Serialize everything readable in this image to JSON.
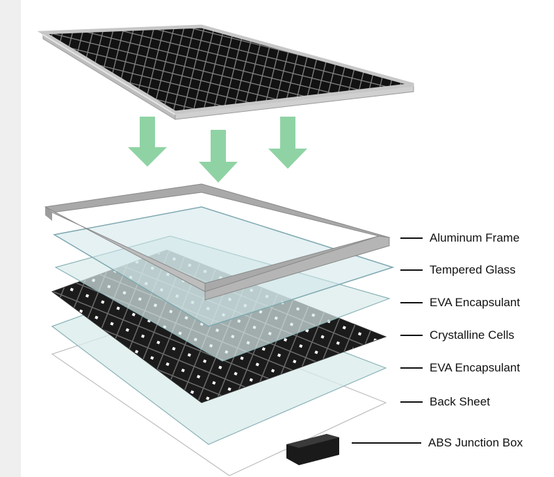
{
  "layers": [
    {
      "label": "Aluminum Frame",
      "color": "#a9a9a9"
    },
    {
      "label": "Tempered Glass",
      "color": "#cfe6ea"
    },
    {
      "label": "EVA Encapsulant",
      "color": "#d8ebe9"
    },
    {
      "label": "Crystalline Cells",
      "color": "#1b1b1b"
    },
    {
      "label": "EVA Encapsulant",
      "color": "#d8ebe9"
    },
    {
      "label": "Back Sheet",
      "color": "#ffffff"
    },
    {
      "label": "ABS Junction Box",
      "color": "#1a1a1a"
    }
  ],
  "arrow_color": "#8fd3a4",
  "panel_cell_color": "#111111",
  "panel_frame_color": "#c7c7c7"
}
